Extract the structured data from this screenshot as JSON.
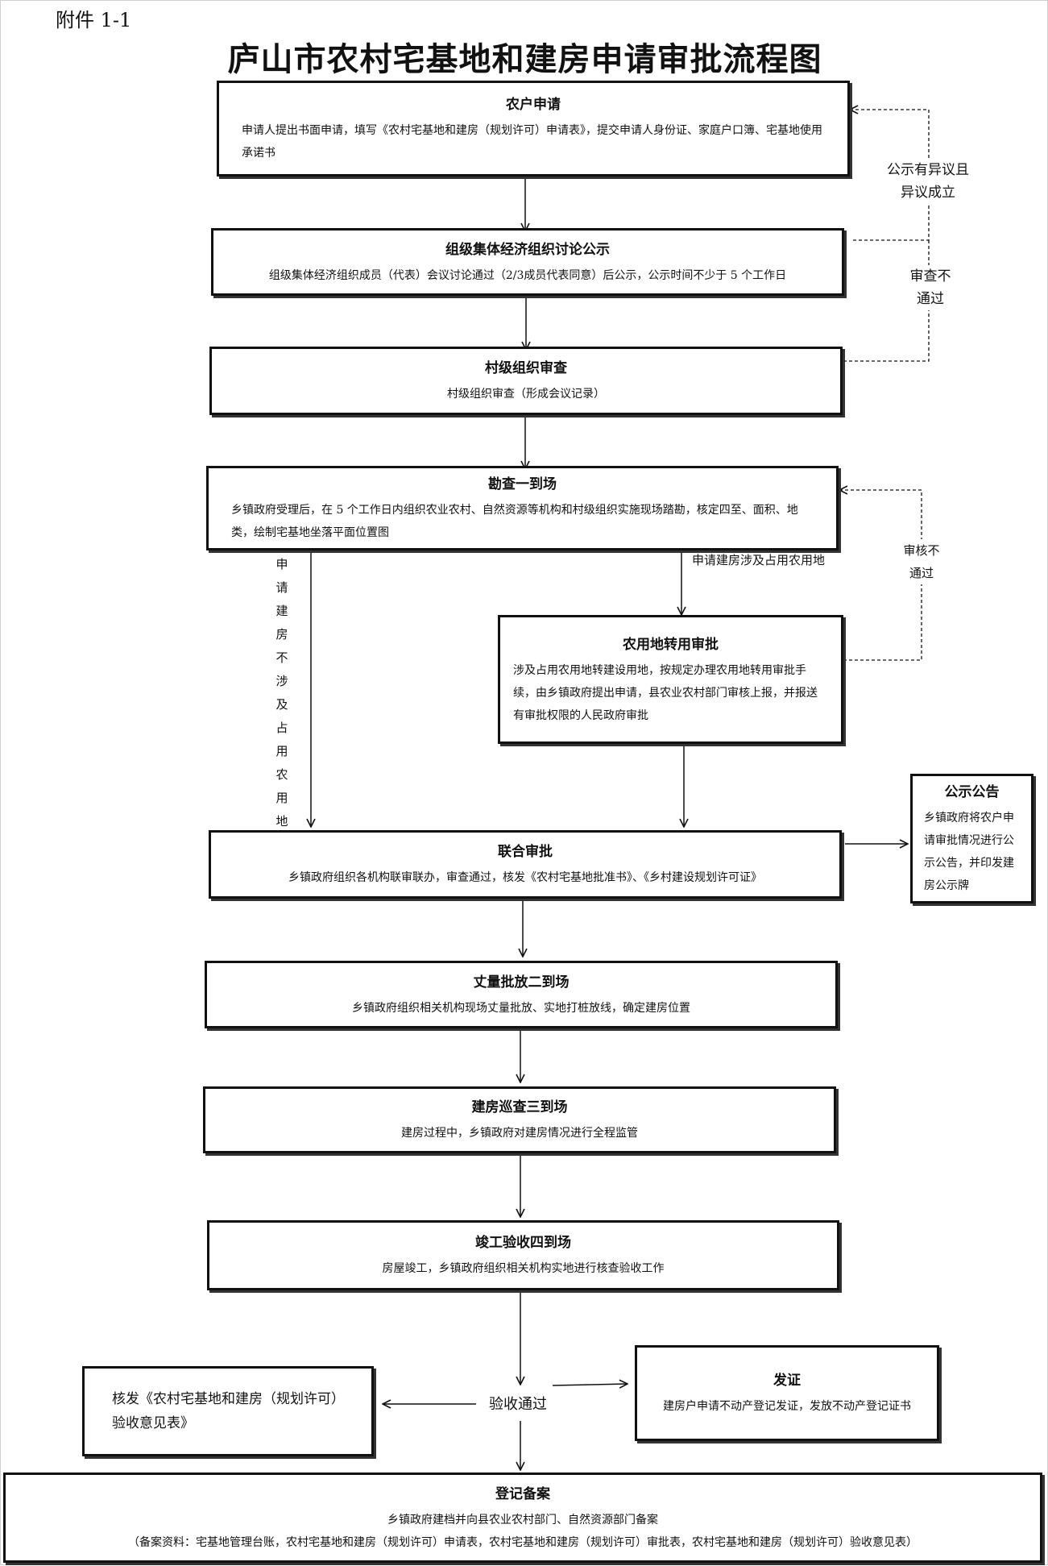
{
  "header": {
    "attachment": "附件 1-1",
    "title": "庐山市农村宅基地和建房申请审批流程图"
  },
  "boxes": {
    "apply": {
      "title": "农户申请",
      "desc": "申请人提出书面申请，填写《农村宅基地和建房（规划许可）申请表》，提交申请人身份证、家庭户口簿、宅基地使用承诺书"
    },
    "discuss": {
      "title": "组级集体经济组织讨论公示",
      "desc": "组级集体经济组织成员（代表）会议讨论通过（2/3成员代表同意）后公示，公示时间不少于 5 个工作日"
    },
    "village": {
      "title": "村级组织审查",
      "desc": "村级组织审查（形成会议记录）"
    },
    "survey": {
      "title": "勘查一到场",
      "desc": "乡镇政府受理后，在 5 个工作日内组织农业农村、自然资源等机构和村级组织实施现场踏勘，核定四至、面积、地类，绘制宅基地坐落平面位置图"
    },
    "farmland": {
      "title": "农用地转用审批",
      "desc": "涉及占用农用地转建设用地，按规定办理农用地转用审批手续，由乡镇政府提出申请，县农业农村部门审核上报，并报送有审批权限的人民政府审批"
    },
    "notice": {
      "title": "公示公告",
      "desc": "乡镇政府将农户申请审批情况进行公示公告，并印发建房公示牌"
    },
    "joint": {
      "title": "联合审批",
      "desc": "乡镇政府组织各机构联审联办，审查通过，核发《农村宅基地批准书》、《乡村建设规划许可证》"
    },
    "measure": {
      "title": "丈量批放二到场",
      "desc": "乡镇政府组织相关机构现场丈量批放、实地打桩放线，确定建房位置"
    },
    "inspect": {
      "title": "建房巡查三到场",
      "desc": "建房过程中，乡镇政府对建房情况进行全程监管"
    },
    "complete": {
      "title": "竣工验收四到场",
      "desc": "房屋竣工，乡镇政府组织相关机构实地进行核查验收工作"
    },
    "opinion": {
      "desc": "核发《农村宅基地和建房（规划许可）验收意见表》"
    },
    "cert": {
      "title": "发证",
      "desc": "建房户申请不动产登记发证，发放不动产登记证书"
    },
    "record": {
      "title": "登记备案",
      "desc": "乡镇政府建档并向县农业农村部门、自然资源部门备案",
      "materials": "（备案资料：宅基地管理台账，农村宅基地和建房（规划许可）申请表，农村宅基地和建房（规划许可）审批表，农村宅基地和建房（规划许可）验收意见表）"
    }
  },
  "labels": {
    "objection": "公示有异议且异议成立",
    "review_fail": "审查不通过",
    "audit_fail": "审核不通过",
    "involves_farmland": "申请建房涉及占用农用地",
    "no_farmland": "申请建房不涉及占用农用地",
    "passed": "验收通过"
  },
  "vertical_no_farmland": [
    "申",
    "请",
    "建",
    "房",
    "不",
    "涉",
    "及",
    "占",
    "用",
    "农",
    "用",
    "地"
  ]
}
